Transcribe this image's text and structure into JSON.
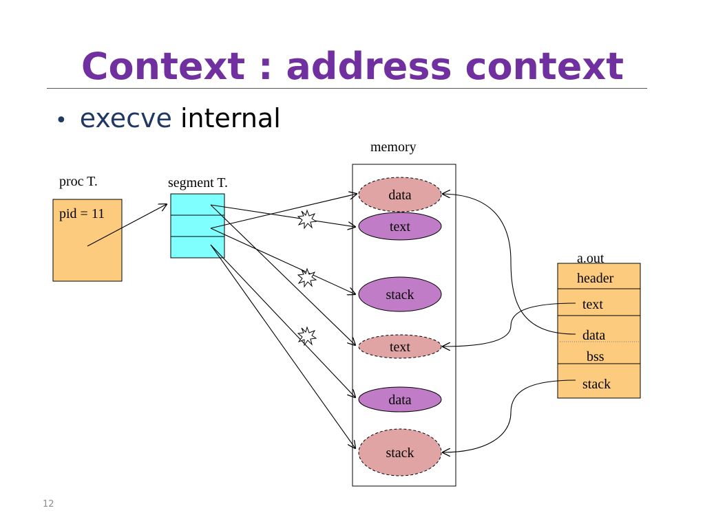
{
  "slide": {
    "title": "Context : address context",
    "bullet": {
      "command": "execve",
      "rest": "internal"
    },
    "page_number": "12"
  },
  "diagram": {
    "proc_table": {
      "label": "proc T.",
      "entry": "pid = 11"
    },
    "segment_table": {
      "label": "segment T."
    },
    "memory": {
      "label": "memory",
      "regions": [
        {
          "label": "data",
          "style": "old"
        },
        {
          "label": "text",
          "style": "released"
        },
        {
          "label": "stack",
          "style": "released"
        },
        {
          "label": "text",
          "style": "new"
        },
        {
          "label": "data",
          "style": "released"
        },
        {
          "label": "stack",
          "style": "new"
        }
      ]
    },
    "aout": {
      "label": "a.out",
      "sections": [
        "header",
        "text",
        "data",
        "bss",
        "stack"
      ]
    }
  },
  "colors": {
    "title": "#7030a0",
    "bullet_command": "#1f3864",
    "proc_table_fill": "#fccb7e",
    "segment_table_fill": "#80ffff",
    "region_new_fill": "#e0a4a4",
    "region_released_fill": "#c07cc6",
    "aout_fill": "#fccb7e"
  }
}
